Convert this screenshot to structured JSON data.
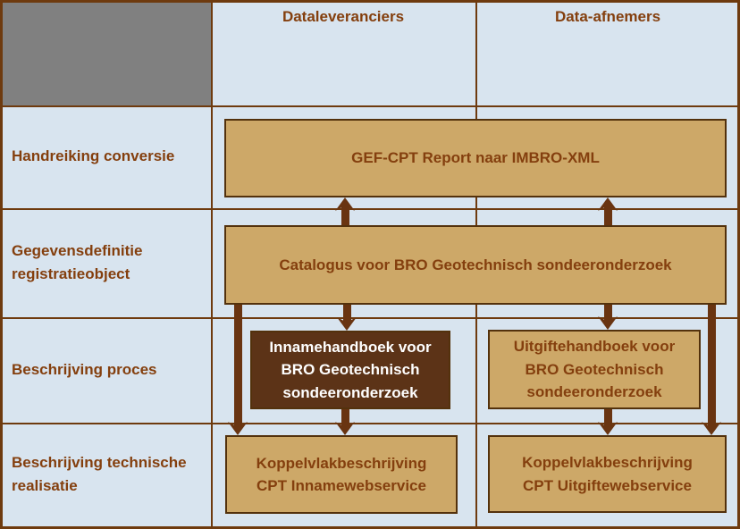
{
  "colors": {
    "cell_blue": "#D8E4EF",
    "gray": "#808080",
    "grid_line": "#6E3A0E",
    "tan": "#CDA868",
    "dark_brown": "#5C3317",
    "box_border": "#53310C",
    "arrow": "#693411",
    "text_brown": "#843F0E",
    "white_text": "#FFFFFF"
  },
  "header": {
    "col_dataleveranciers": "Dataleveranciers",
    "col_data_afnemers": "Data-afnemers"
  },
  "rows": [
    {
      "label": "Handreiking conversie"
    },
    {
      "label": "Gegevensdefinitie\nregistratieobject"
    },
    {
      "label": "Beschrijving proces"
    },
    {
      "label": "Beschrijving technische\nrealisatie"
    }
  ],
  "boxes": {
    "gef_cpt": {
      "label": "GEF-CPT Report naar IMBRO-XML"
    },
    "catalogus": {
      "label": "Catalogus voor BRO Geotechnisch sondeeronderzoek"
    },
    "innamehandboek": {
      "label": "Innamehandboek voor\nBRO Geotechnisch\nsondeeronderzoek"
    },
    "uitgiftehandboek": {
      "label": "Uitgiftehandboek voor\nBRO Geotechnisch\nsondeeronderzoek"
    },
    "koppelvlak_inname": {
      "label": "Koppelvlakbeschrijving\nCPT Innamewebservice"
    },
    "koppelvlak_uitgifte": {
      "label": "Koppelvlakbeschrijving\nCPT Uitgiftewebservice"
    }
  }
}
